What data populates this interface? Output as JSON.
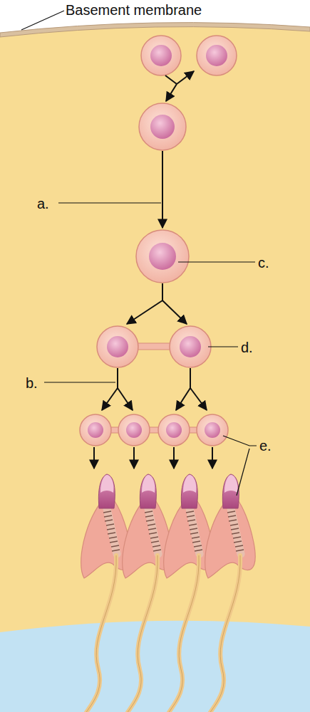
{
  "diagram": {
    "labels": [
      "Basement membrane",
      "a.",
      "b.",
      "c.",
      "d.",
      "e."
    ]
  }
}
